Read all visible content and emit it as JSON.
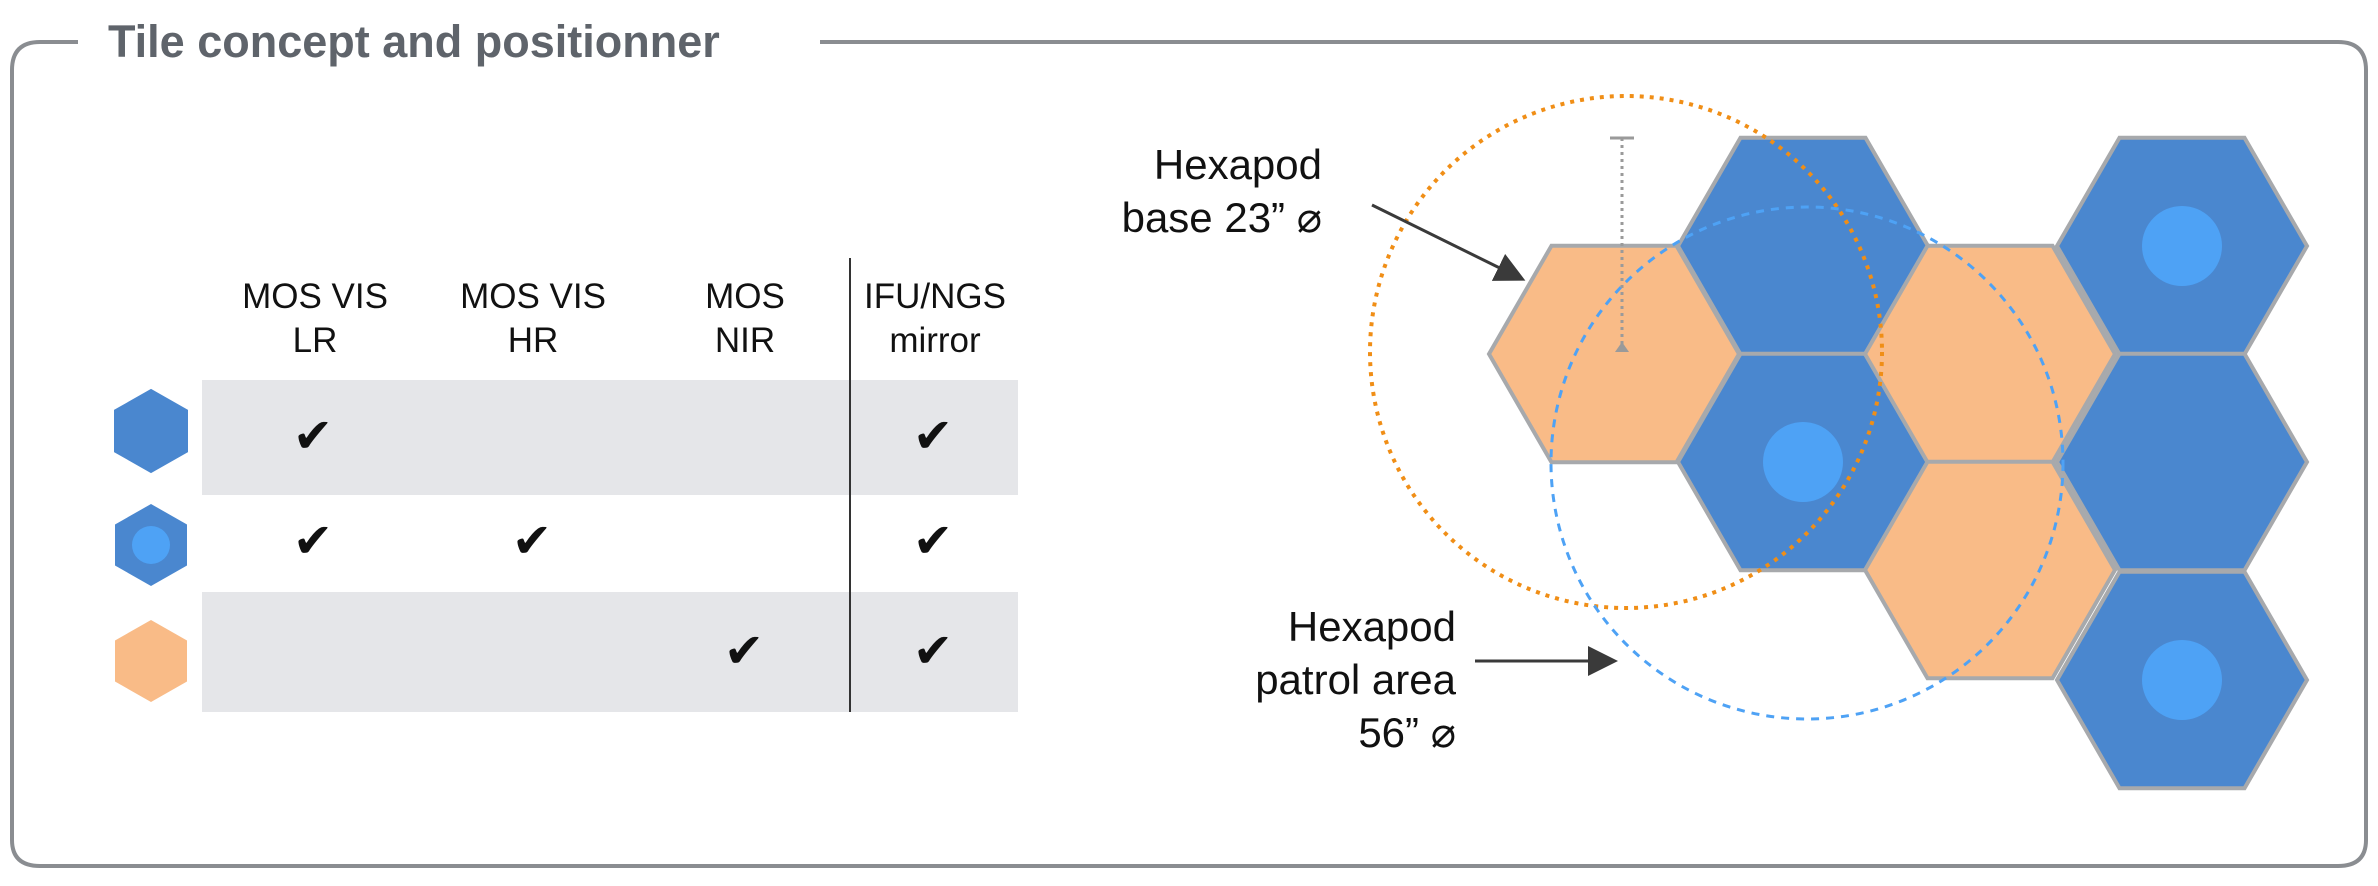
{
  "title": "Tile concept and positionner",
  "table": {
    "columns": [
      "MOS VIS\nLR",
      "MOS VIS\nHR",
      "MOS\nNIR",
      "IFU/NGS\nmirror"
    ],
    "rows": [
      {
        "tile": "blue-hex-icon",
        "checks": [
          true,
          false,
          false,
          true
        ]
      },
      {
        "tile": "blue-hex-with-dot-icon",
        "checks": [
          true,
          true,
          false,
          true
        ]
      },
      {
        "tile": "orange-hex-icon",
        "checks": [
          false,
          false,
          true,
          true
        ]
      }
    ],
    "check_glyph": "✔"
  },
  "annotations": {
    "hexapod_base": "Hexapod\nbase 23” ⌀",
    "hexapod_patrol": "Hexapod\npatrol area\n56” ⌀"
  },
  "colors": {
    "blue": "#4a87cf",
    "blue_dot": "#4ea2f5",
    "orange": "#f9bb87",
    "hex_border": "#a7a9ac",
    "row_shade": "#e5e6e9",
    "orange_circle": "#f08e16",
    "blue_circle": "#4ea2f5",
    "frame": "#8a8d91"
  }
}
